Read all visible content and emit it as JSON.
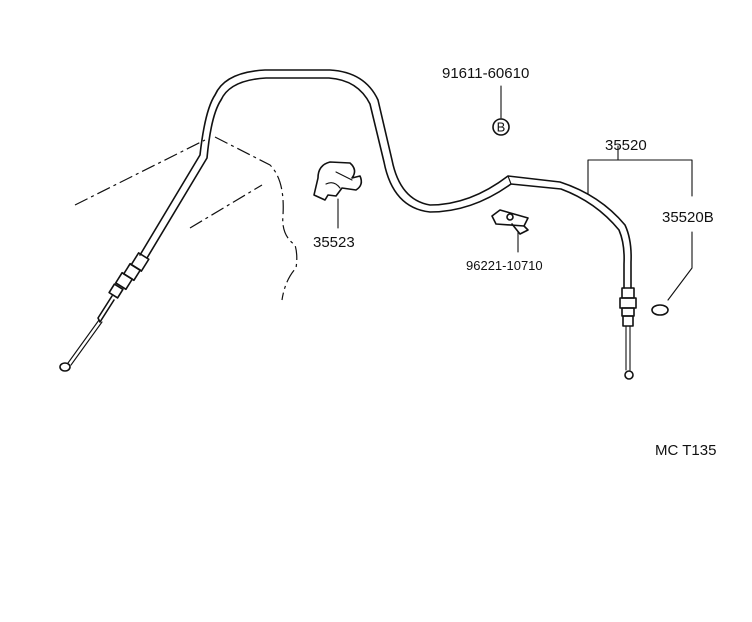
{
  "labels": {
    "bolt_part": "91611-60610",
    "bolt_symbol": "B",
    "cable_assy": "35520",
    "cable_sub": "35520B",
    "clamp_part": "35523",
    "retainer_part": "96221-10710",
    "figure_code": "MC  T135"
  }
}
